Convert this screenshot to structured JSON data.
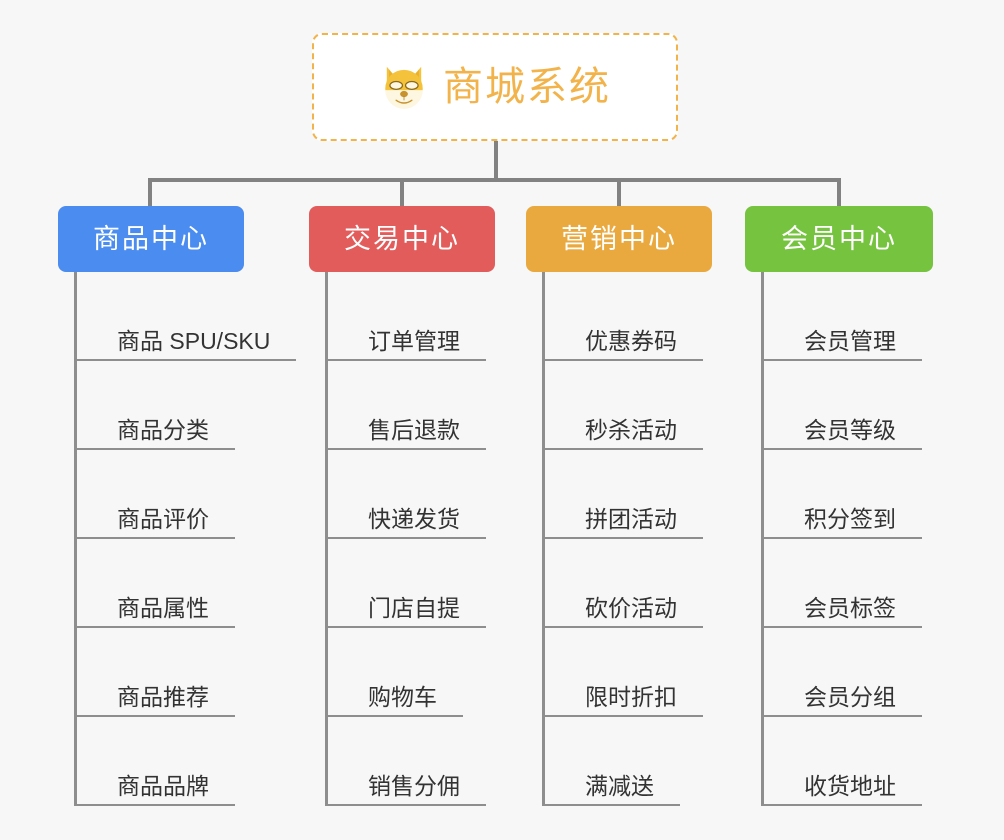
{
  "page": {
    "background_color": "#f7f7f7",
    "line_color": "#8e8e8e"
  },
  "root": {
    "title": "商城系统",
    "icon": "shiba-dog-face-emoji",
    "border_color": "#f2b34b",
    "text_color": "#f2b34b",
    "background_color": "#ffffff"
  },
  "columns": [
    {
      "key": "product-center",
      "label": "商品中心",
      "color": "#4a8cf0",
      "items": [
        {
          "label": "商品 SPU/SKU"
        },
        {
          "label": "商品分类"
        },
        {
          "label": "商品评价"
        },
        {
          "label": "商品属性"
        },
        {
          "label": "商品推荐"
        },
        {
          "label": "商品品牌"
        }
      ]
    },
    {
      "key": "trade-center",
      "label": "交易中心",
      "color": "#e35c5c",
      "items": [
        {
          "label": "订单管理"
        },
        {
          "label": "售后退款"
        },
        {
          "label": "快递发货"
        },
        {
          "label": "门店自提"
        },
        {
          "label": "购物车"
        },
        {
          "label": "销售分佣"
        }
      ]
    },
    {
      "key": "marketing-center",
      "label": "营销中心",
      "color": "#eaa93e",
      "items": [
        {
          "label": "优惠券码"
        },
        {
          "label": "秒杀活动"
        },
        {
          "label": "拼团活动"
        },
        {
          "label": "砍价活动"
        },
        {
          "label": "限时折扣"
        },
        {
          "label": "满减送"
        }
      ]
    },
    {
      "key": "member-center",
      "label": "会员中心",
      "color": "#76c33f",
      "items": [
        {
          "label": "会员管理"
        },
        {
          "label": "会员等级"
        },
        {
          "label": "积分签到"
        },
        {
          "label": "会员标签"
        },
        {
          "label": "会员分组"
        },
        {
          "label": "收货地址"
        }
      ]
    }
  ]
}
